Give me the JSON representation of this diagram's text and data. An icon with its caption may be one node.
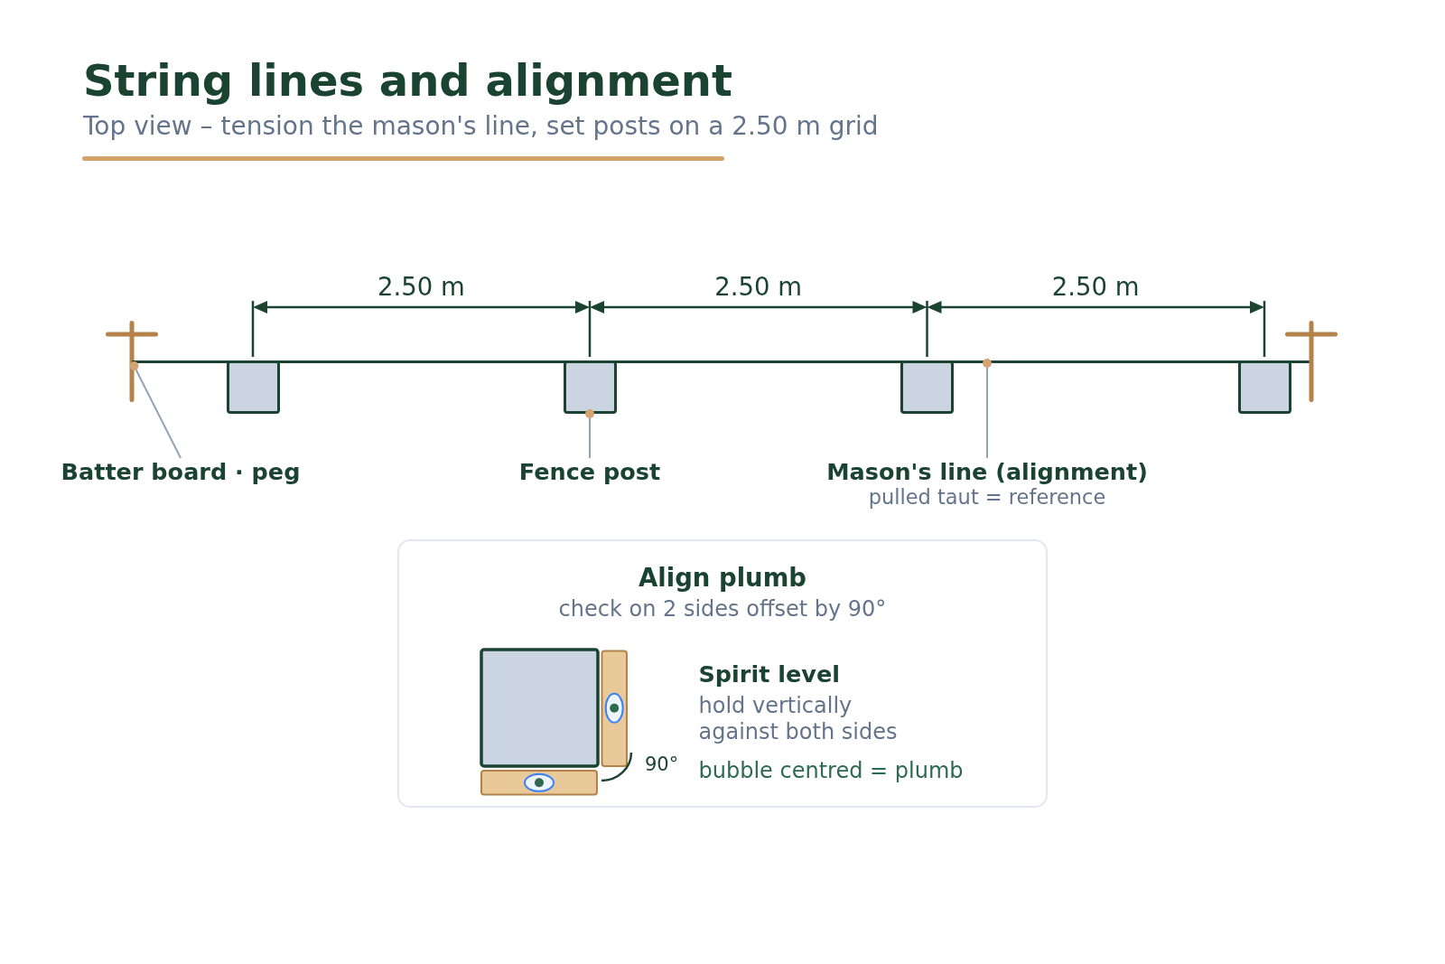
{
  "diagram": {
    "title": "String lines and alignment",
    "nodes": [
      {
        "text": [],
        "shape": "cross"
      },
      {
        "text": [],
        "shape": "line"
      },
      {
        "text": [],
        "shape": "box"
      },
      {
        "text": [],
        "shape": "box"
      },
      {
        "text": [],
        "shape": "box"
      },
      {
        "text": [],
        "shape": "box"
      },
      {
        "text": [],
        "shape": "cross"
      },
      {
        "text": [
          "Batter board · peg"
        ]
      },
      {
        "text": [
          "Fence post"
        ]
      },
      {
        "text": [
          "Mason's line (alignment)",
          "pulled taut = reference"
        ]
      },
      {
        "text": [
          "Align plumb",
          "check on 2 sides offset by 90°",
          "Spirit level",
          "hold vertically against both sides",
          "90°",
          "bubble centred = plumb"
        ]
      }
    ],
    "edges": [
      {
        "from": 7,
        "to": 0,
        "arrow": "other"
      },
      {
        "from": 8,
        "to": 3,
        "arrow": "other"
      },
      {
        "from": 9,
        "to": 1,
        "arrow": "other"
      }
    ],
    "labels": [
      "Top view – tension the mason's line, set posts on a 2.50 m grid",
      "2.50 m",
      "2.50 m",
      "2.50 m"
    ]
  }
}
